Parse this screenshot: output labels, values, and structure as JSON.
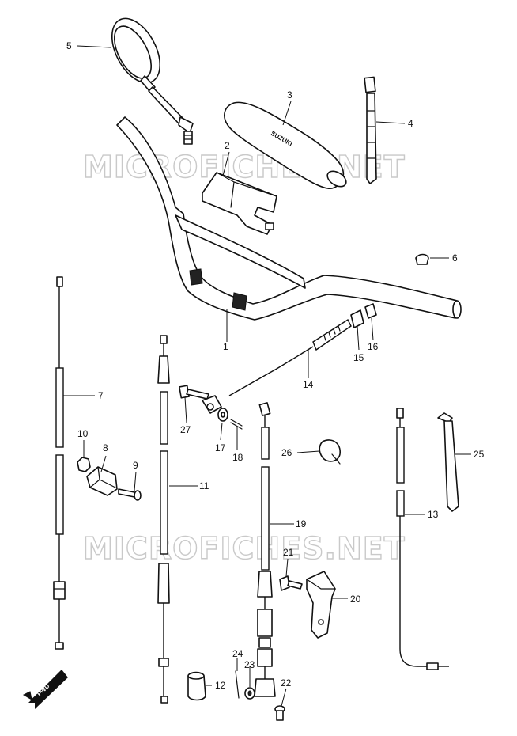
{
  "watermark": "MICROFICHES.NET",
  "fwd_label": "FWD",
  "grip_brand": "SUZUKI",
  "callouts": {
    "c1": "1",
    "c2": "2",
    "c3": "3",
    "c4": "4",
    "c5": "5",
    "c6": "6",
    "c7": "7",
    "c8": "8",
    "c9": "9",
    "c10": "10",
    "c11": "11",
    "c12": "12",
    "c13": "13",
    "c14": "14",
    "c15": "15",
    "c16": "16",
    "c17": "17",
    "c18": "18",
    "c19": "19",
    "c20": "20",
    "c21": "21",
    "c22": "22",
    "c23": "23",
    "c24": "24",
    "c25": "25",
    "c26": "26",
    "c27": "27"
  }
}
